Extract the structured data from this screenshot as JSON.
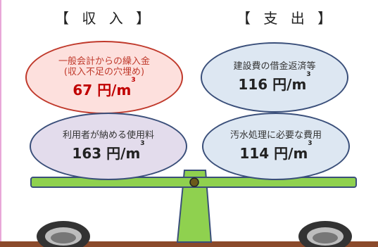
{
  "headings": {
    "income": "【 収 入 】",
    "expense": "【 支 出 】"
  },
  "income": {
    "transfer_line1": "一般会計からの繰入金",
    "transfer_line2": "(収入不足の穴埋め)",
    "transfer_value": "67",
    "fee_label": "利用者が納める使用料",
    "fee_value": "163"
  },
  "expense": {
    "debt_label": "建設費の借金返済等",
    "debt_value": "116",
    "sewage_label": "汚水処理に必要な費用",
    "sewage_value": "114"
  },
  "unit": "円/m",
  "unit_sup": "3",
  "colors": {
    "beam": "#8fd14f",
    "income_transfer_fill": "#fde0dd",
    "income_transfer_border": "#c0392b",
    "fee_fill": "#e3dcec",
    "expense_fill": "#dde7f2",
    "border_blue": "#3a4f7a",
    "value_red": "#c00000"
  }
}
